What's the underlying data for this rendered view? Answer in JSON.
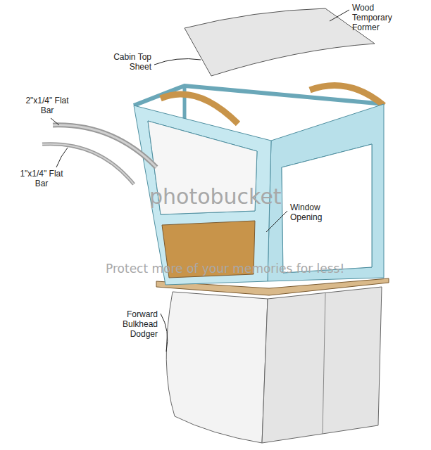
{
  "diagram": {
    "labels": [
      "Cabin Top Sheet",
      "Wood Temporary Former",
      "2\"x1/4\" Flat Bar",
      "1\"x1/4\" Flat Bar",
      "Window Opening",
      "Forward Bulkhead Dodger",
      "photobucket",
      "Protect more of your memories for less!"
    ]
  }
}
